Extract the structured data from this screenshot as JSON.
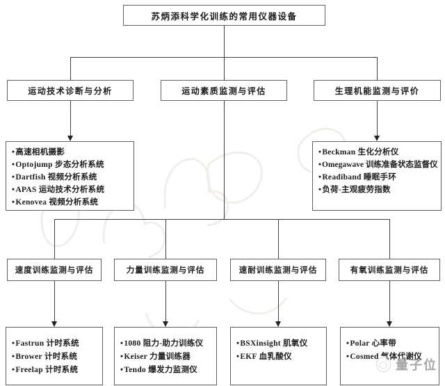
{
  "diagram": {
    "title": "苏炳添科学化训练的常用仪器设备",
    "tech": {
      "label": "运动技术诊断与分析",
      "items": [
        "高速相机摄影",
        "Optojump 步态分析系统",
        "Dartfish 视频分析系统",
        "APAS 运动技术分析系统",
        "Kenovea 视频分析系统"
      ]
    },
    "quality": {
      "label": "运动素质监测与评估",
      "children": [
        {
          "label": "速度训练监测与评估",
          "items": [
            "Fastrun 计时系统",
            "Brower 计时系统",
            "Freelap 计时系统"
          ]
        },
        {
          "label": "力量训练监测与评估",
          "items": [
            "1080 阻力-助力训练仪",
            "Keiser 力量训练器",
            "Tendo 爆发力监测仪"
          ]
        },
        {
          "label": "速耐训练监测与评估",
          "items": [
            "BSXinsight 肌氧仪",
            "EKF 血乳酸仪"
          ]
        },
        {
          "label": "有氧训练监测与评估",
          "items": [
            "Polar 心率带",
            "Cosmed 气体代谢仪"
          ]
        }
      ]
    },
    "physio": {
      "label": "生理机能监测与评价",
      "items": [
        "Beckman 生化分析仪",
        "Omegawave 训练准备状态监督仪",
        "Readiband 睡眠手环",
        "负荷-主观疲劳指数"
      ]
    }
  },
  "watermark": {
    "brand": "量子位",
    "color": "#979797"
  }
}
